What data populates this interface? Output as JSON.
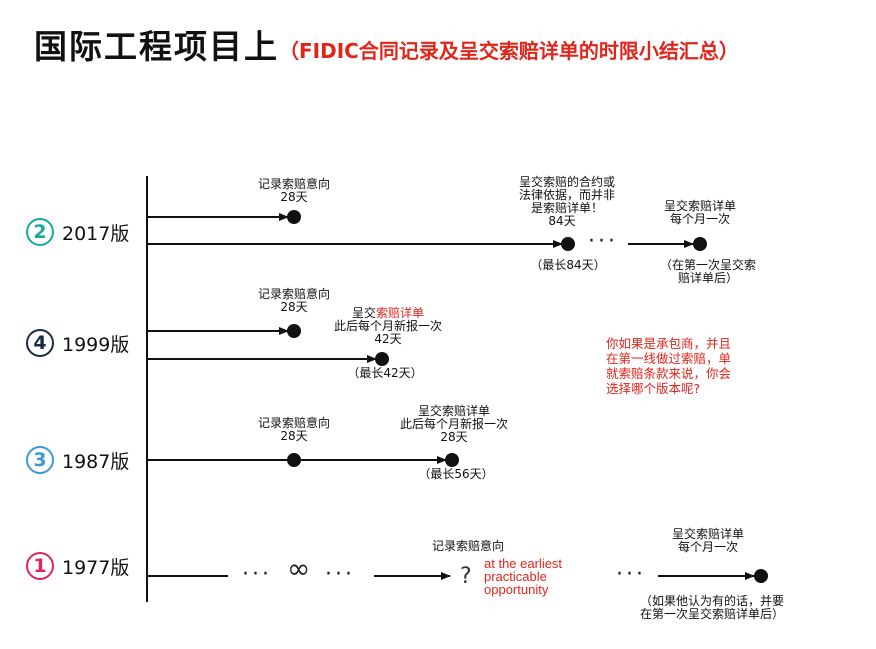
{
  "title": {
    "main": "国际工程项目上",
    "sub": "（FIDIC合同记录及呈交索赔详单的时限小结汇总）"
  },
  "colors": {
    "accent_red": "#e0251b",
    "teal": "#1aa89a",
    "navy": "#1b2b44",
    "blue": "#3a9bd5",
    "magenta": "#e0245e"
  },
  "versions": [
    {
      "badge": "2",
      "label": "2017版",
      "color": "#1aa89a"
    },
    {
      "badge": "4",
      "label": "1999版",
      "color": "#1b2b44"
    },
    {
      "badge": "3",
      "label": "1987版",
      "color": "#3a9bd5"
    },
    {
      "badge": "1",
      "label": "1977版",
      "color": "#e0245e"
    }
  ],
  "v2017": {
    "notice_1": "记录索赔意向",
    "notice_2": "28天",
    "claim_1": "呈交索赔的合约或",
    "claim_2": "法律依据，而并非",
    "claim_3": "是索赔详单！",
    "claim_4": "84天",
    "claim_note": "（最长84天）",
    "monthly_1": "呈交索赔详单",
    "monthly_2": "每个月一次",
    "monthly_note_1": "（在第一次呈交索",
    "monthly_note_2": "赔详单后）"
  },
  "v1999": {
    "notice_1": "记录索赔意向",
    "notice_2": "28天",
    "claim_1a": "呈交",
    "claim_1b": "索赔详单",
    "claim_2": "此后每个月新报一次",
    "claim_3": "42天",
    "claim_note": "（最长42天）"
  },
  "v1987": {
    "notice_1": "记录索赔意向",
    "notice_2": "28天",
    "claim_1": "呈交索赔详单",
    "claim_2": "此后每个月新报一次",
    "claim_3": "28天",
    "claim_note": "（最长56天）"
  },
  "v1977": {
    "notice_1": "记录索赔意向",
    "opportunity": [
      "at the earliest",
      "practicable",
      "opportunity"
    ],
    "monthly_1": "呈交索赔详单",
    "monthly_2": "每个月一次",
    "note_1": "（如果他认为有的话，并要",
    "note_2": "在第一次呈交索赔详单后）"
  },
  "question": [
    "你如果是承包商，并且",
    "在第一线做过索赔，单",
    "就索赔条款来说，你会",
    "选择哪个版本呢?"
  ]
}
